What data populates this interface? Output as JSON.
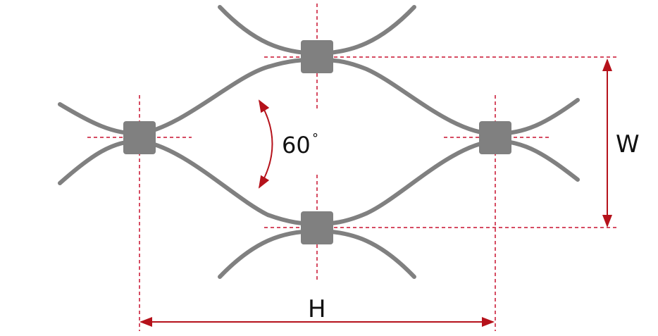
{
  "diagram": {
    "angle_label": "60",
    "degree_symbol": "°",
    "width_label": "W",
    "height_label": "H",
    "colors": {
      "wire": "#808080",
      "dimension": "#b5121b",
      "guide": "#c8102e"
    }
  }
}
